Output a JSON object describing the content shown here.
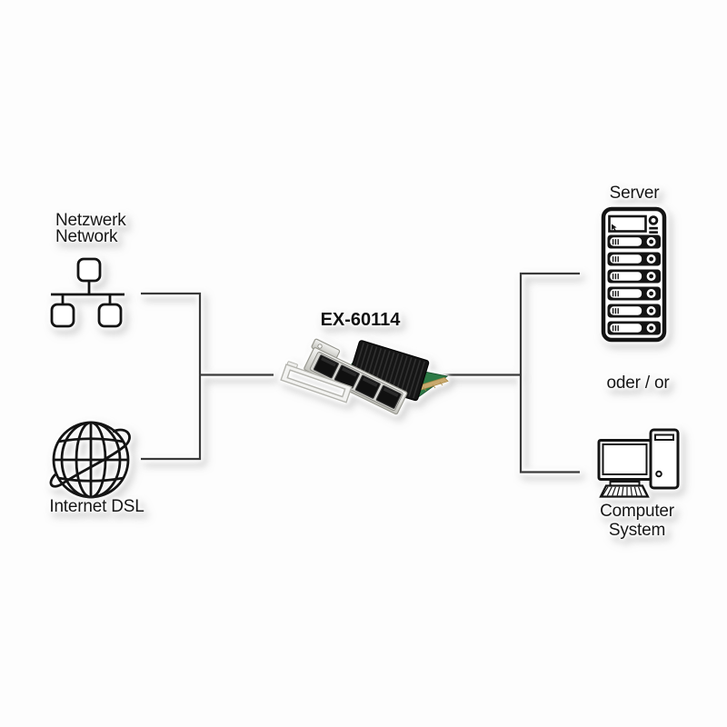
{
  "diagram": {
    "product_label": "EX-60114",
    "left": {
      "network": {
        "line1": "Netzwerk",
        "line2": "Network",
        "icon": "lan-network-icon"
      },
      "internet": {
        "label": "Internet DSL",
        "icon": "globe-icon"
      }
    },
    "center": {
      "card_icon": "pcie-quad-port-network-card-photo"
    },
    "right": {
      "server": {
        "label": "Server",
        "icon": "server-rack-icon",
        "drive_bays": 6
      },
      "alternative": {
        "label": "oder / or"
      },
      "computer": {
        "line1": "Computer",
        "line2": "System",
        "icon": "desktop-computer-icon"
      }
    },
    "edges": [
      {
        "from": "network",
        "to": "card"
      },
      {
        "from": "internet",
        "to": "card"
      },
      {
        "from": "card",
        "to": "server"
      },
      {
        "from": "card",
        "to": "computer"
      }
    ],
    "colors": {
      "line": "#3a3a3a",
      "text": "#161616",
      "pcb_green": "#2d7a46",
      "heatsink_black": "#151515",
      "bracket_silver": "#d9d9d5",
      "connector_gold": "#c9a96e"
    }
  }
}
